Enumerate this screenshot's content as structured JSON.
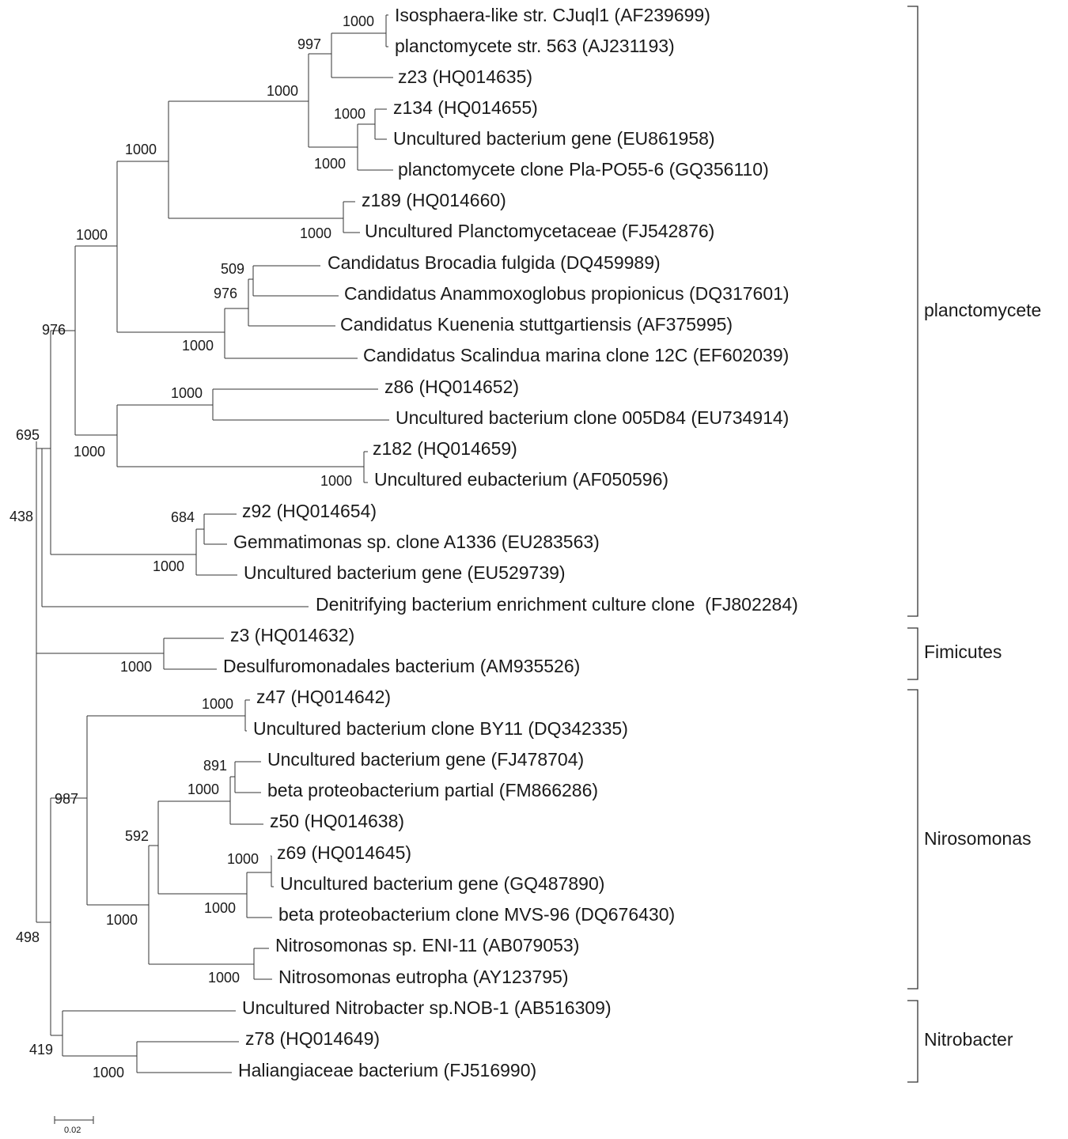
{
  "taxa": [
    "Isosphaera-like str. CJuql1 (AF239699)",
    "planctomycete str. 563 (AJ231193)",
    "z23 (HQ014635)",
    "z134 (HQ014655)",
    "Uncultured bacterium gene (EU861958)",
    "planctomycete clone Pla-PO55-6 (GQ356110)",
    "z189 (HQ014660)",
    "Uncultured Planctomycetaceae (FJ542876)",
    "Candidatus Brocadia fulgida (DQ459989)",
    "Candidatus Anammoxoglobus propionicus (DQ317601)",
    "Candidatus Kuenenia stuttgartiensis (AF375995)",
    "Candidatus Scalindua marina clone 12C (EF602039)",
    "z86 (HQ014652)",
    "Uncultured bacterium clone 005D84 (EU734914)",
    "z182 (HQ014659)",
    "Uncultured eubacterium (AF050596)",
    "z92 (HQ014654)",
    "Gemmatimonas sp. clone A1336 (EU283563)",
    "Uncultured bacterium gene (EU529739)",
    "Denitrifying bacterium enrichment culture clone  (FJ802284)",
    "z3 (HQ014632)",
    "Desulfuromonadales bacterium (AM935526)",
    "z47 (HQ014642)",
    "Uncultured bacterium clone BY11 (DQ342335)",
    "Uncultured bacterium gene (FJ478704)",
    "beta proteobacterium partial (FM866286)",
    "z50 (HQ014638)",
    "z69 (HQ014645)",
    "Uncultured bacterium gene (GQ487890)",
    "beta proteobacterium clone MVS-96 (DQ676430)",
    "Nitrosomonas sp. ENI-11 (AB079053)",
    "Nitrosomonas eutropha (AY123795)",
    "Uncultured Nitrobacter sp.NOB-1 (AB516309)",
    "z78 (HQ014649)",
    "Haliangiaceae bacterium (FJ516990)"
  ],
  "bootstrap": [
    "1000",
    "997",
    "1000",
    "1000",
    "1000",
    "1000",
    "1000",
    "1000",
    "509",
    "976",
    "1000",
    "976",
    "1000",
    "1000",
    "1000",
    "695",
    "684",
    "1000",
    "438",
    "1000",
    "1000",
    "891",
    "1000",
    "987",
    "592",
    "1000",
    "1000",
    "1000",
    "1000",
    "498",
    "419",
    "1000"
  ],
  "groups": [
    "planctomycete",
    "Fimicutes",
    "Nirosomonas",
    "Nitrobacter"
  ],
  "scale_label": "0.02"
}
